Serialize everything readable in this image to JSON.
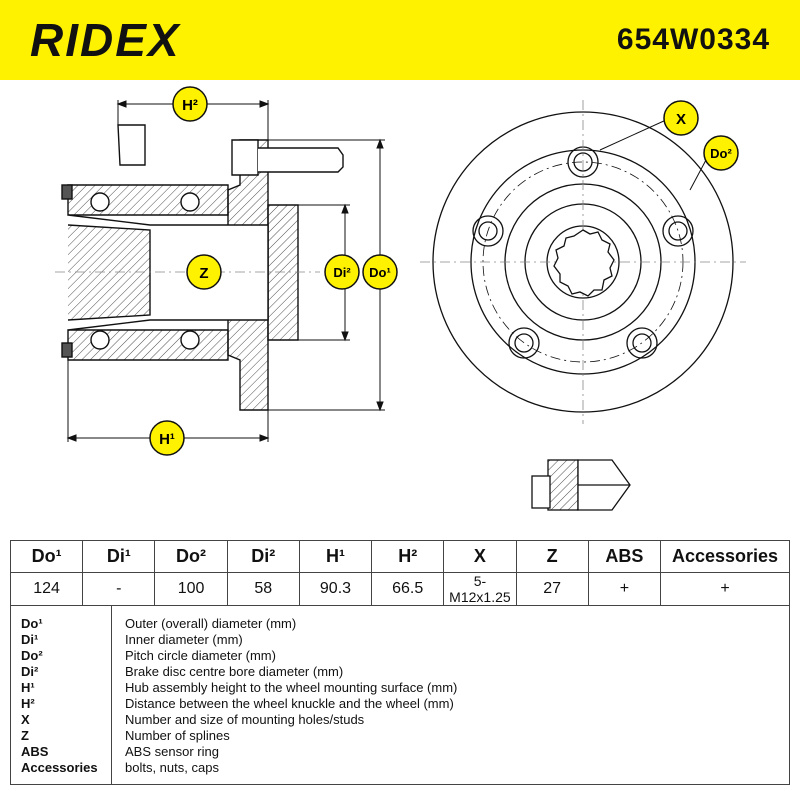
{
  "header": {
    "brand": "RIDEX",
    "part_number": "654W0334",
    "background_color": "#fff200"
  },
  "drawing": {
    "labels": {
      "h2": "H²",
      "h1": "H¹",
      "di2": "Di²",
      "do1": "Do¹",
      "z": "Z",
      "x": "X",
      "do2": "Do²"
    },
    "callout_color": "#fff200"
  },
  "table": {
    "headers": [
      "Do¹",
      "Di¹",
      "Do²",
      "Di²",
      "H¹",
      "H²",
      "X",
      "Z",
      "ABS",
      "Accessories"
    ],
    "values": [
      "124",
      "-",
      "100",
      "58",
      "90.3",
      "66.5",
      "5-M12x1.25",
      "27",
      "+",
      "+"
    ]
  },
  "legend": [
    {
      "key": "Do¹",
      "desc": "Outer (overall) diameter (mm)"
    },
    {
      "key": "Di¹",
      "desc": "Inner diameter (mm)"
    },
    {
      "key": "Do²",
      "desc": "Pitch circle diameter (mm)"
    },
    {
      "key": "Di²",
      "desc": "Brake disc centre bore diameter (mm)"
    },
    {
      "key": "H¹",
      "desc": "Hub assembly height to the wheel mounting surface (mm)"
    },
    {
      "key": "H²",
      "desc": "Distance between the wheel knuckle and the wheel (mm)"
    },
    {
      "key": "X",
      "desc": "Number and size of mounting holes/studs"
    },
    {
      "key": "Z",
      "desc": "Number of splines"
    },
    {
      "key": "ABS",
      "desc": "ABS sensor ring"
    },
    {
      "key": "Accessories",
      "desc": "bolts, nuts, caps"
    }
  ]
}
